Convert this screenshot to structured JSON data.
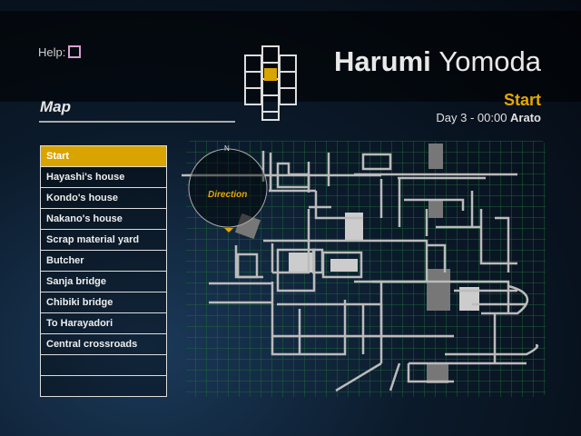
{
  "help": {
    "label": "Help:"
  },
  "header": {
    "section": "Map",
    "first_name": "Harumi",
    "last_name": "Yomoda",
    "location": "Start",
    "day_time": "Day 3 - 00:00",
    "area": "Arato"
  },
  "colors": {
    "accent": "#d9a400",
    "grid": "#1f6b3a"
  },
  "list": {
    "items": [
      "Start",
      "Hayashi's house",
      "Kondo's house",
      "Nakano's house",
      "Scrap material yard",
      "Butcher",
      "Sanja bridge",
      "Chibiki bridge",
      "To Harayadori",
      "Central crossroads",
      "",
      ""
    ],
    "selected": 0
  },
  "map": {
    "direction_label": "Direction",
    "north_label": "N"
  }
}
